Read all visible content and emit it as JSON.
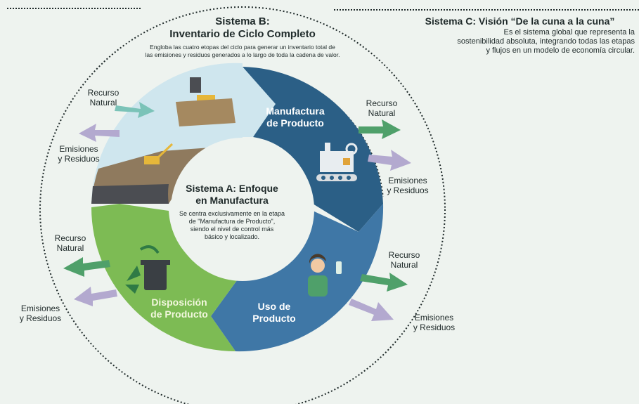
{
  "system_c": {
    "title": "Sistema C: Visión “De la cuna a la cuna”",
    "description_line1": "Es el sistema global que representa la",
    "description_line2": "sostenibilidad absoluta, integrando todas las etapas",
    "description_line3": "y flujos en un modelo de economía circular."
  },
  "system_b": {
    "title_line1": "Sistema B:",
    "title_line2": "Inventario de Ciclo Completo",
    "description_line1": "Engloba las cuatro etopas del ciclo para generar un inventario total de",
    "description_line2": "las emisiones y residuos generados a lo largo de toda la cadena de valor."
  },
  "system_a": {
    "title_line1": "Sistema A: Enfoque",
    "title_line2": "en Manufactura",
    "description_line1": "Se centra exclusivamente en la etapa",
    "description_line2": "de \"Manufactura de Producto\",",
    "description_line3": "siendo el nivel de control más",
    "description_line4": "básico y localizado."
  },
  "segments": {
    "manufactura_line1": "Manufactura",
    "manufactura_line2": "de Producto",
    "uso_line1": "Uso de",
    "uso_line2": "Producto",
    "disposicion_line1": "Disposición",
    "disposicion_line2": "de Producto"
  },
  "flows": {
    "recurso_line1": "Recurso",
    "recurso_line2": "Natural",
    "emisiones_line1": "Emisiones",
    "emisiones_line2": "y Residuos"
  },
  "colors": {
    "manufactura": "#2b5f86",
    "uso": "#3f77a6",
    "disposicion": "#7dbb54",
    "extraccion_sky": "#cfe6ee",
    "arrow_green": "#4fa06a",
    "arrow_purple": "#b3a9cf",
    "arrow_teal": "#7bc3b8"
  }
}
